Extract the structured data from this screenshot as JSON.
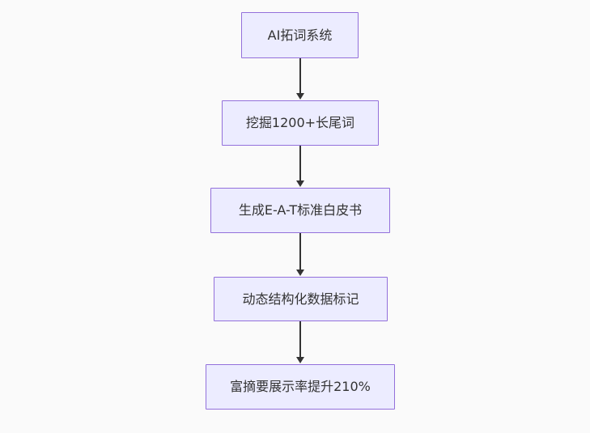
{
  "diagram": {
    "type": "flowchart",
    "direction": "top-down",
    "nodes": [
      {
        "label": "AI拓词系统"
      },
      {
        "label": "挖掘1200+长尾词"
      },
      {
        "label": "生成E-A-T标准白皮书"
      },
      {
        "label": "动态结构化数据标记"
      },
      {
        "label": "富摘要展示率提升210%"
      }
    ],
    "edges": [
      {
        "from": "AI拓词系统",
        "to": "挖掘1200+长尾词"
      },
      {
        "from": "挖掘1200+长尾词",
        "to": "生成E-A-T标准白皮书"
      },
      {
        "from": "生成E-A-T标准白皮书",
        "to": "动态结构化数据标记"
      },
      {
        "from": "动态结构化数据标记",
        "to": "富摘要展示率提升210%"
      }
    ],
    "colors": {
      "background": "#fafafa",
      "node_fill": "#ececff",
      "node_border": "#9370db",
      "text": "#333333",
      "arrow": "#333333"
    }
  }
}
